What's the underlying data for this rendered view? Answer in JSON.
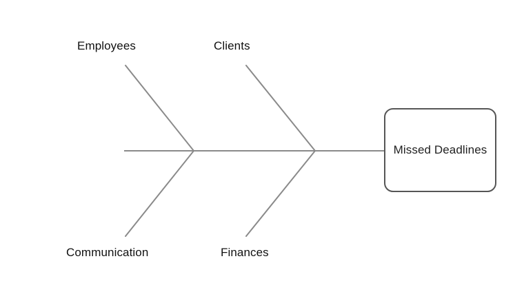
{
  "diagram": {
    "type": "fishbone-ishikawa",
    "effect": {
      "label": "Missed Deadlines"
    },
    "causes": [
      {
        "id": "employees",
        "label": "Employees",
        "position": "top-left"
      },
      {
        "id": "clients",
        "label": "Clients",
        "position": "top-right"
      },
      {
        "id": "communication",
        "label": "Communication",
        "position": "bottom-left"
      },
      {
        "id": "finances",
        "label": "Finances",
        "position": "bottom-right"
      }
    ],
    "colors": {
      "bone_line": "#8a8a8a",
      "box_border": "#555555",
      "label_text": "#111111",
      "effect_text": "#222222",
      "background": "#ffffff"
    }
  }
}
